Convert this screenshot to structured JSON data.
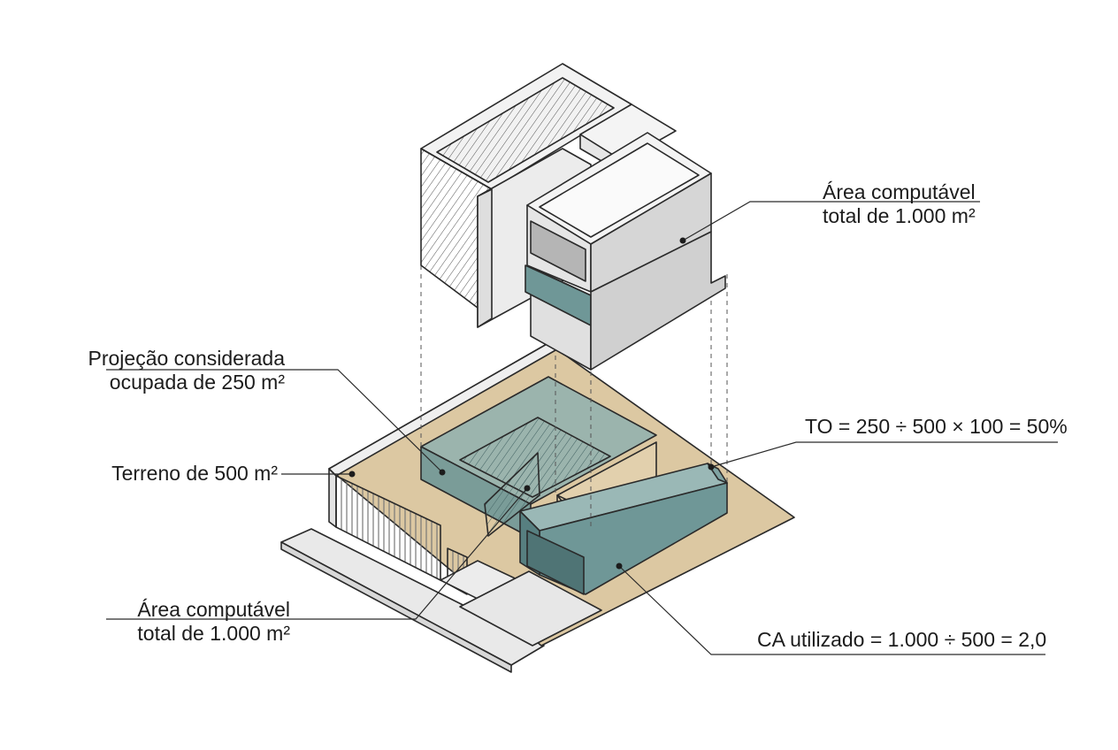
{
  "labels": {
    "upper_area": {
      "line1": "Área computável",
      "line2": "total de 1.000 m²"
    },
    "projection": {
      "line1": "Projeção considerada",
      "line2": "ocupada de 250 m²"
    },
    "terrain": "Terreno de 500 m²",
    "to_formula": "TO = 250 ÷ 500 × 100 = 50%",
    "lower_area": {
      "line1": "Área computável",
      "line2": "total de 1.000 m²"
    },
    "ca_formula": "CA utilizado = 1.000 ÷ 500 = 2,0"
  },
  "colors": {
    "teal": "#6f9797",
    "teal_dark": "#577f80",
    "sand": "#dcc8a2",
    "light_gray": "#e9e9e9",
    "mid_gray": "#d1d1d1",
    "outline": "#2a2a2a"
  }
}
